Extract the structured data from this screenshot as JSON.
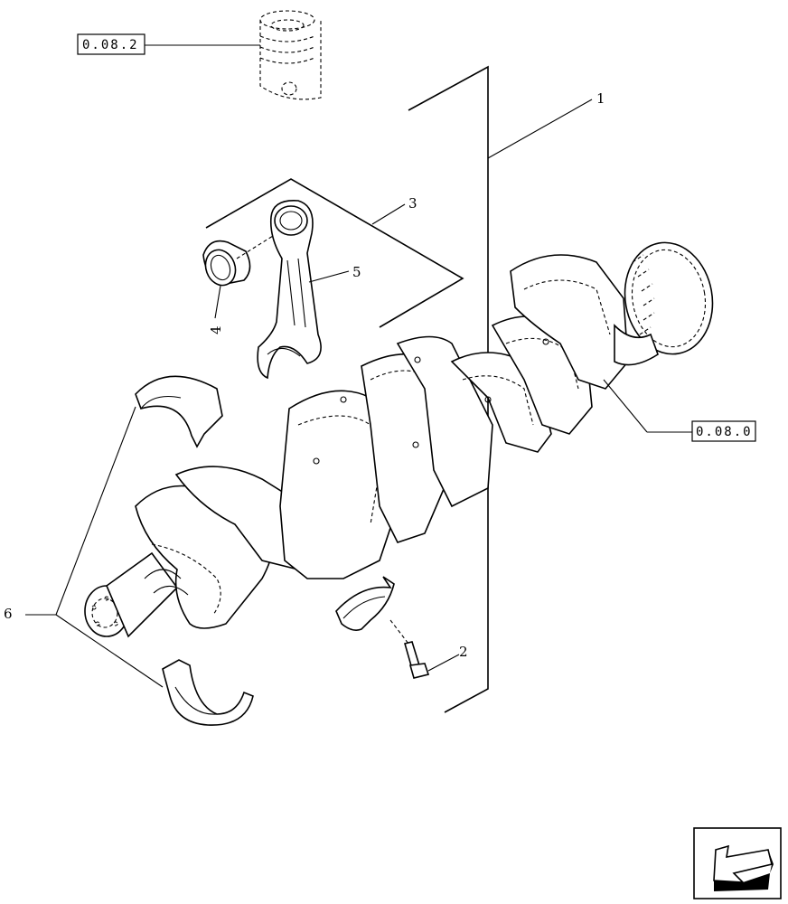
{
  "references": {
    "piston_ref": "0.08.2",
    "flywheel_ref": "0.08.0"
  },
  "callouts": {
    "c1": "1",
    "c2": "2",
    "c3": "3",
    "c4": "4",
    "c5": "5",
    "c6": "6"
  },
  "icons": {
    "nav": "previous-page-arrow-icon"
  }
}
